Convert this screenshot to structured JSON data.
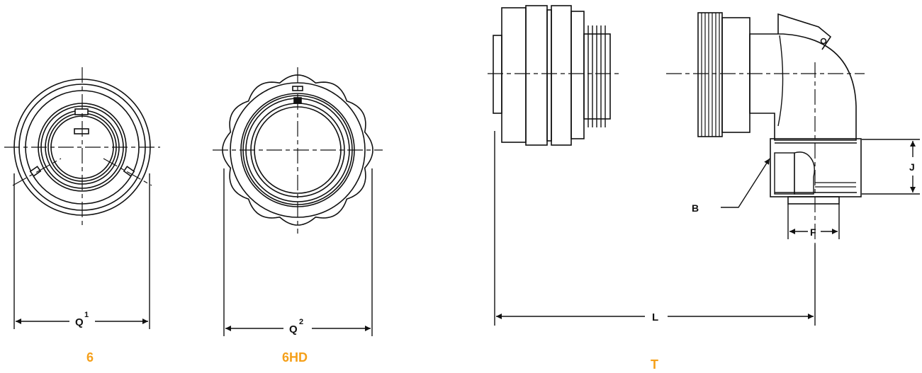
{
  "colors": {
    "caption": "#f5a01a",
    "line": "#111111"
  },
  "views": [
    {
      "id": "6",
      "caption": "6",
      "dimension": {
        "letter": "Q",
        "superscript": "1"
      }
    },
    {
      "id": "6HD",
      "caption": "6HD",
      "dimension": {
        "letter": "Q",
        "superscript": "2"
      }
    },
    {
      "id": "T",
      "caption": "T",
      "dimensions": [
        "L",
        "J",
        "F"
      ],
      "callout": "B"
    }
  ]
}
